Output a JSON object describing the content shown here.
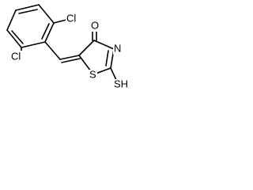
{
  "structure": {
    "atoms": {
      "chlorine_top": "Cl",
      "chlorine_left": "Cl",
      "oxygen": "O",
      "ring_sulfur": "S",
      "ring_nitrogen": "N",
      "thiol": "SH"
    }
  }
}
